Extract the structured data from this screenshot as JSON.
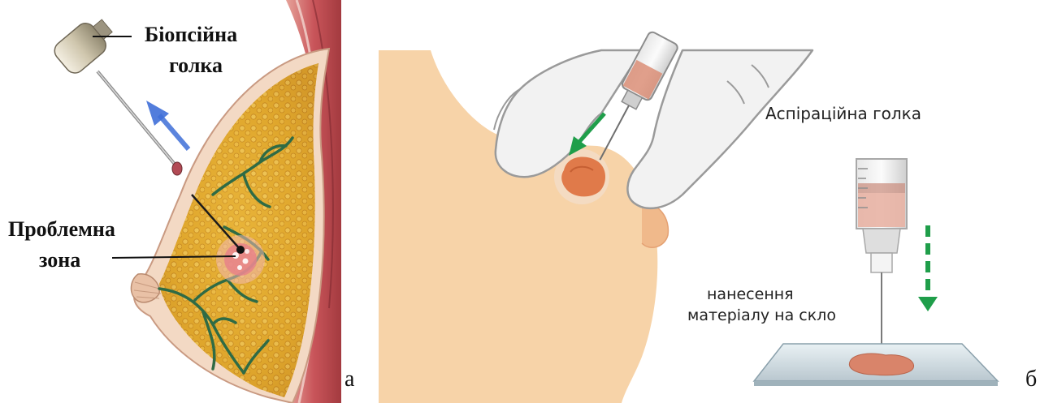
{
  "panel_a": {
    "needle_label_line1": "Біопсійна",
    "needle_label_line2": "голка",
    "zone_label_line1": "Проблемна",
    "zone_label_line2": "зона",
    "panel_letter": "а",
    "arrow_color": "#3f6fd8"
  },
  "panel_b": {
    "needle_label": "Аспіраційна голка",
    "apply_label_line1": "нанесення",
    "apply_label_line2": "матеріалу на скло",
    "panel_letter": "б",
    "arrow_color": "#1f9e4a",
    "skin_color": "#f7d3a8",
    "glove_color": "#f2f2f2",
    "lesion_color": "#e07a4a"
  }
}
